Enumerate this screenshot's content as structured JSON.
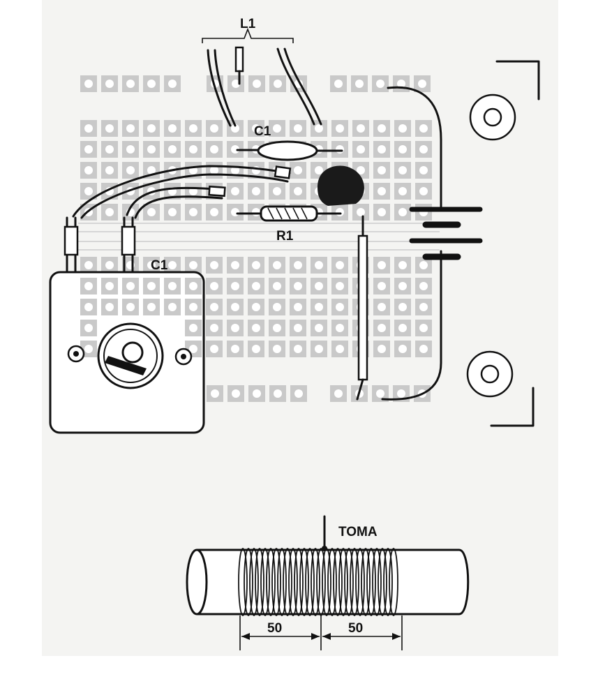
{
  "labels": {
    "coil_top": "L1",
    "capacitor_fixed": "C1",
    "resistor": "R1",
    "capacitor_variable": "C1",
    "tap": "TOMA",
    "dim_left": "50",
    "dim_right": "50"
  },
  "colors": {
    "ink": "#111111",
    "pad": "#c9c9c9",
    "paper": "#f4f4f2"
  }
}
